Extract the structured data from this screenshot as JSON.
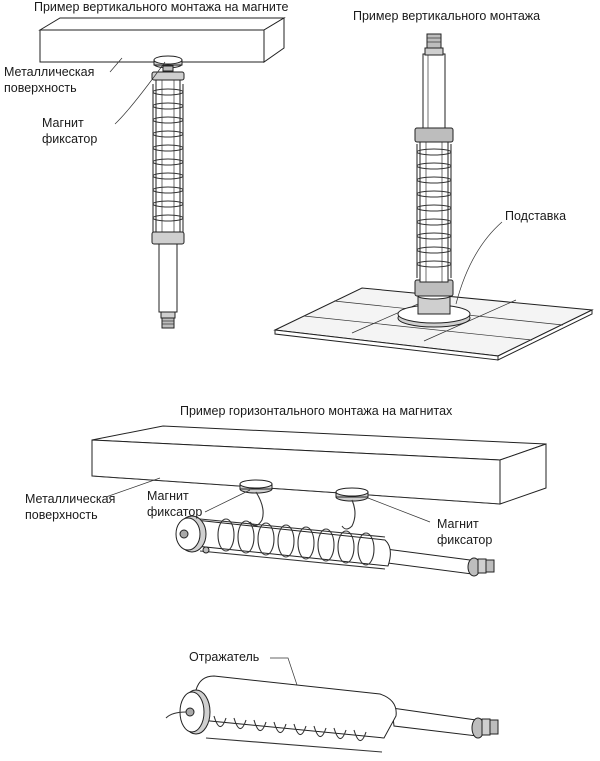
{
  "sections": {
    "magnet_vertical": {
      "title": "Пример вертикального монтажа на магните",
      "label_surface_line1": "Металлическая",
      "label_surface_line2": "поверхность",
      "label_magnet_line1": "Магнит",
      "label_magnet_line2": "фиксатор"
    },
    "stand_vertical": {
      "title": "Пример вертикального монтажа",
      "label_stand": "Подставка"
    },
    "magnet_horizontal": {
      "title": "Пример горизонтального монтажа на магнитах",
      "label_surface_line1": "Металлическая",
      "label_surface_line2": "поверхность",
      "label_magnet_left_line1": "Магнит",
      "label_magnet_left_line2": "фиксатор",
      "label_magnet_right_line1": "Магнит",
      "label_magnet_right_line2": "фиксатор"
    },
    "reflector": {
      "label_reflector": "Отражатель"
    }
  }
}
